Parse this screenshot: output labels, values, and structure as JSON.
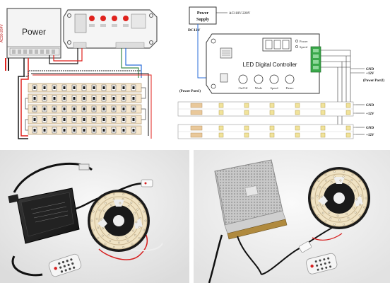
{
  "wiring_diagram_1": {
    "power_label": "Power",
    "input_label": "AC90-264V",
    "led_chips_per_row": 11,
    "strip_rows": 5
  },
  "wiring_diagram_2": {
    "power_supply_label_line1": "Power",
    "power_supply_label_line2": "Supply",
    "ac_label": "AC110V-220V",
    "dc_label": "DC12V",
    "controller_label": "LED Digital Controller",
    "power_port1_label": "(Power Port1)",
    "power_port2_label": "(Power Port2)",
    "gnd_label": "GND",
    "plus12v_label": "+12V",
    "indicator_labels": [
      "Power",
      "Speed"
    ],
    "button_labels": [
      "On/Off",
      "Mode",
      "Speed",
      "Demo"
    ]
  },
  "photos": {
    "photo_left": "adapter-kit",
    "photo_right": "psu-kit"
  },
  "colors": {
    "wire_red": "#e0221d",
    "wire_black": "#1a1a1a",
    "wire_blue": "#2a6dd8",
    "strip_pcb": "#f7e8cf",
    "controller_green": "#3aa84a"
  }
}
